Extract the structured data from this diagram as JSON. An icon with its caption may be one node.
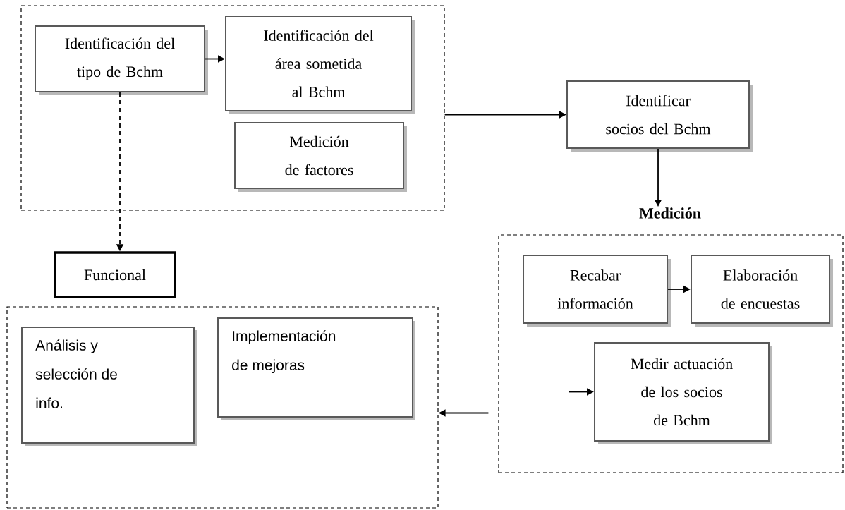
{
  "diagram": {
    "nodes": [
      {
        "text": [],
        "shape": "box"
      },
      {
        "text": [
          "Identificación del tipo de Bchm"
        ],
        "in": 0
      },
      {
        "text": [
          "Identificación del área sometida al Bchm"
        ],
        "in": 0
      },
      {
        "text": [
          "Medición de factores"
        ],
        "in": 0
      },
      {
        "text": [
          "Identificar socios del Bchm"
        ]
      },
      {
        "text": [
          "Medición"
        ]
      },
      {
        "text": [
          "Recabar información"
        ],
        "in": 5
      },
      {
        "text": [
          "Elaboración de encuestas"
        ],
        "in": 5
      },
      {
        "text": [
          "Medir actuación de los socios de Bchm"
        ],
        "in": 5
      },
      {
        "text": [
          "Funcional"
        ]
      },
      {
        "text": [],
        "shape": "box"
      },
      {
        "text": [
          "Análisis y selección de info."
        ],
        "in": 10
      },
      {
        "text": [
          "Implementación de mejoras"
        ],
        "in": 10
      }
    ],
    "edges": [
      {
        "from": 1,
        "to": 2,
        "arrow": "to"
      },
      {
        "from": 0,
        "to": 4,
        "arrow": "to"
      },
      {
        "from": 4,
        "to": 5,
        "arrow": "to"
      },
      {
        "from": 1,
        "to": 9,
        "arrow": "to",
        "style": "dashed"
      },
      {
        "from": 6,
        "to": 7,
        "arrow": "to"
      },
      {
        "from": null,
        "to": 8,
        "arrow": "to"
      },
      {
        "from": 5,
        "to": 10,
        "arrow": "to"
      }
    ]
  }
}
